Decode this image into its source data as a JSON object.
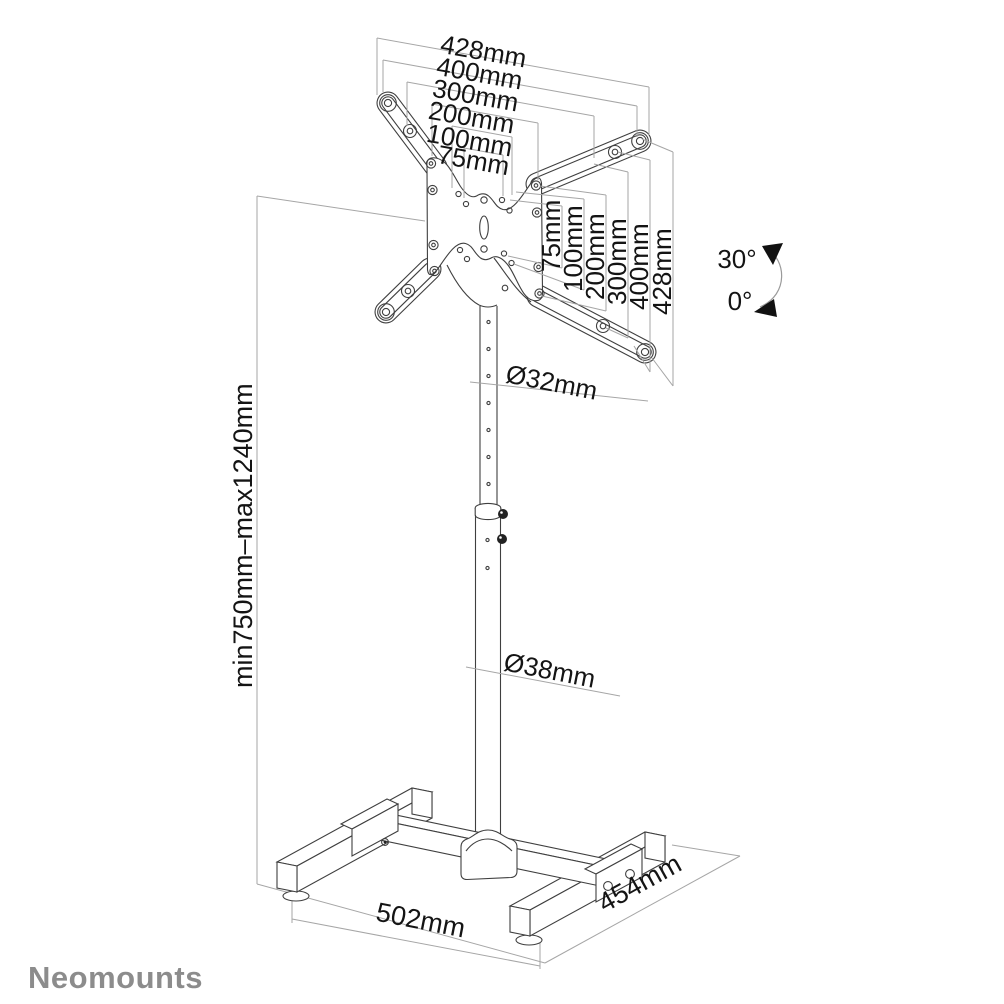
{
  "diagram": {
    "brand": "Neomounts",
    "top_dimensions": [
      "428mm",
      "400mm",
      "300mm",
      "200mm",
      "100mm",
      "75mm"
    ],
    "right_dimensions": [
      "75mm",
      "100mm",
      "200mm",
      "300mm",
      "400mm",
      "428mm"
    ],
    "height_range": "min750mm–max1240mm",
    "pole_upper_diameter": "Ø32mm",
    "pole_lower_diameter": "Ø38mm",
    "base_width": "502mm",
    "base_depth": "454mm",
    "tilt_max": "30°",
    "tilt_min": "0°",
    "colors": {
      "product_line": "#3f3f3f",
      "dimension_line": "#a6a6a6",
      "text": "#141414",
      "brand": "#8c8c8c",
      "background": "#ffffff"
    }
  }
}
